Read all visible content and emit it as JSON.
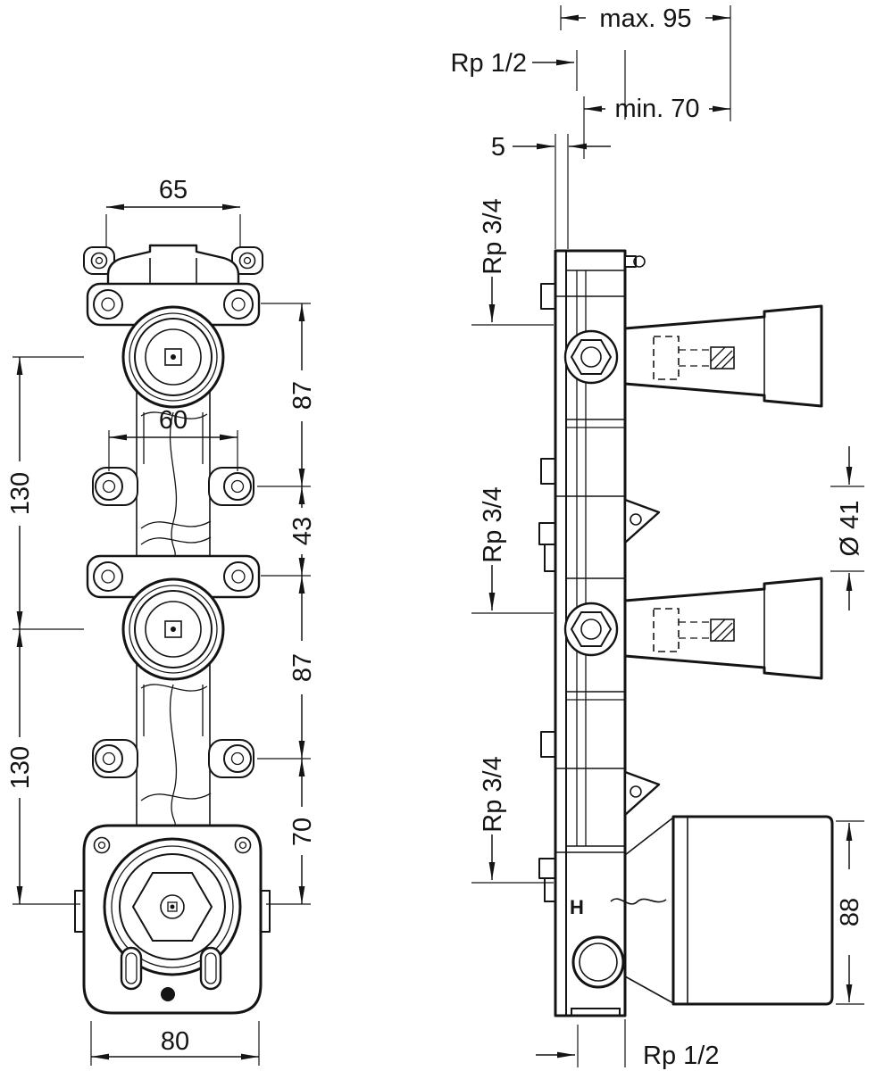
{
  "front_view": {
    "dims": {
      "width_top": "65",
      "holes": "60",
      "v87a": "87",
      "v43": "43",
      "v87b": "87",
      "v70": "70",
      "v130a": "130",
      "v130b": "130",
      "width_bottom": "80"
    }
  },
  "side_view": {
    "dims": {
      "max_depth": "max. 95",
      "rp12_top": "Rp 1/2",
      "min_depth": "min. 70",
      "plate": "5",
      "rp34_a": "Rp 3/4",
      "rp34_b": "Rp 3/4",
      "rp34_c": "Rp 3/4",
      "dia": "Ø 41",
      "v88": "88",
      "rp12_bottom": "Rp 1/2"
    },
    "logo": "H"
  },
  "colors": {
    "ink": "#141414",
    "background": "#ffffff"
  }
}
